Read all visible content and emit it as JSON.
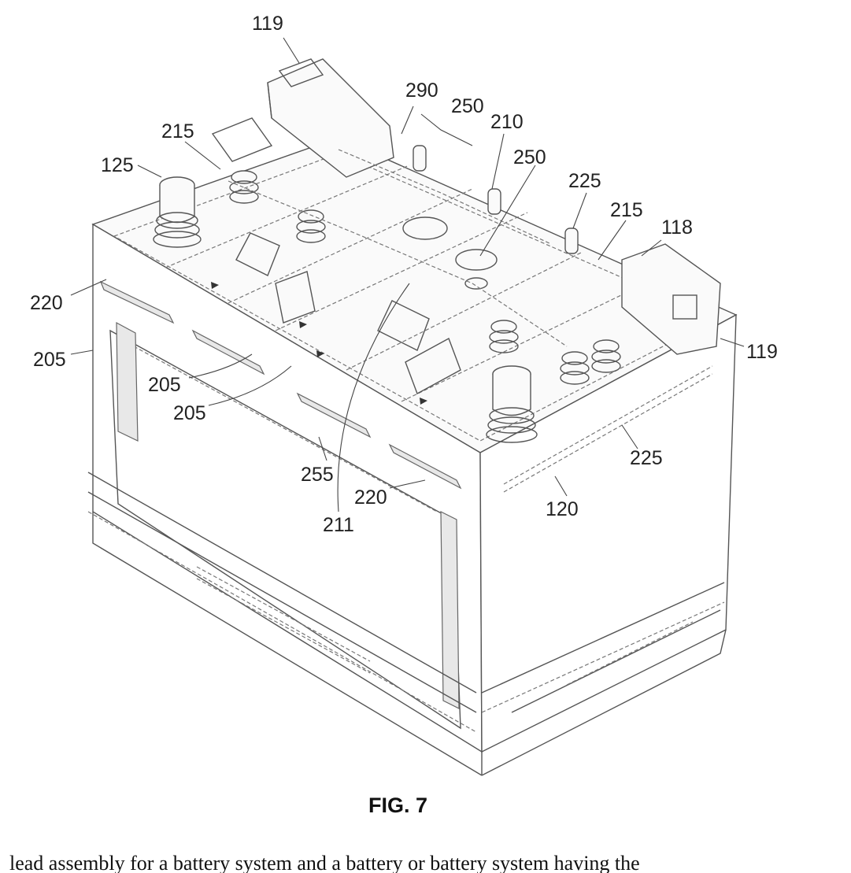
{
  "figure": {
    "caption": "FIG. 7",
    "labels": {
      "l119_top": "119",
      "l290": "290",
      "l250_a": "250",
      "l210": "210",
      "l215_a": "215",
      "l125": "125",
      "l250_b": "250",
      "l225_a": "225",
      "l215_b": "215",
      "l118": "118",
      "l220_a": "220",
      "l119_right": "119",
      "l205_a": "205",
      "l205_b": "205",
      "l205_c": "205",
      "l225_b": "225",
      "l255": "255",
      "l120": "120",
      "l220_b": "220",
      "l211": "211"
    }
  },
  "footer": {
    "text": "lead assembly for a battery system and a battery or battery system having the"
  }
}
